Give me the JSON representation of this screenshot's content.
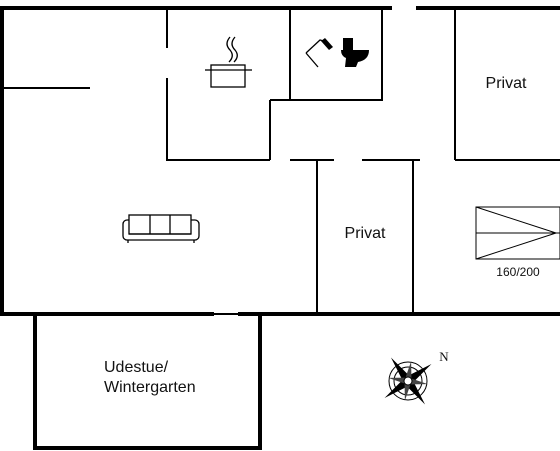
{
  "rooms": {
    "private_1": "Privat",
    "private_2": "Privat",
    "conservatory": [
      "Udestue/",
      "Wintergarten"
    ]
  },
  "bed": {
    "size": "160/200"
  },
  "compass": {
    "north": "N"
  },
  "icons": {
    "kitchen": "cooking-pot-icon",
    "bathroom": "shower-toilet-icon",
    "living_room": "sofa-icon",
    "bed": "double-bed-icon",
    "compass": "compass-rose-icon"
  }
}
